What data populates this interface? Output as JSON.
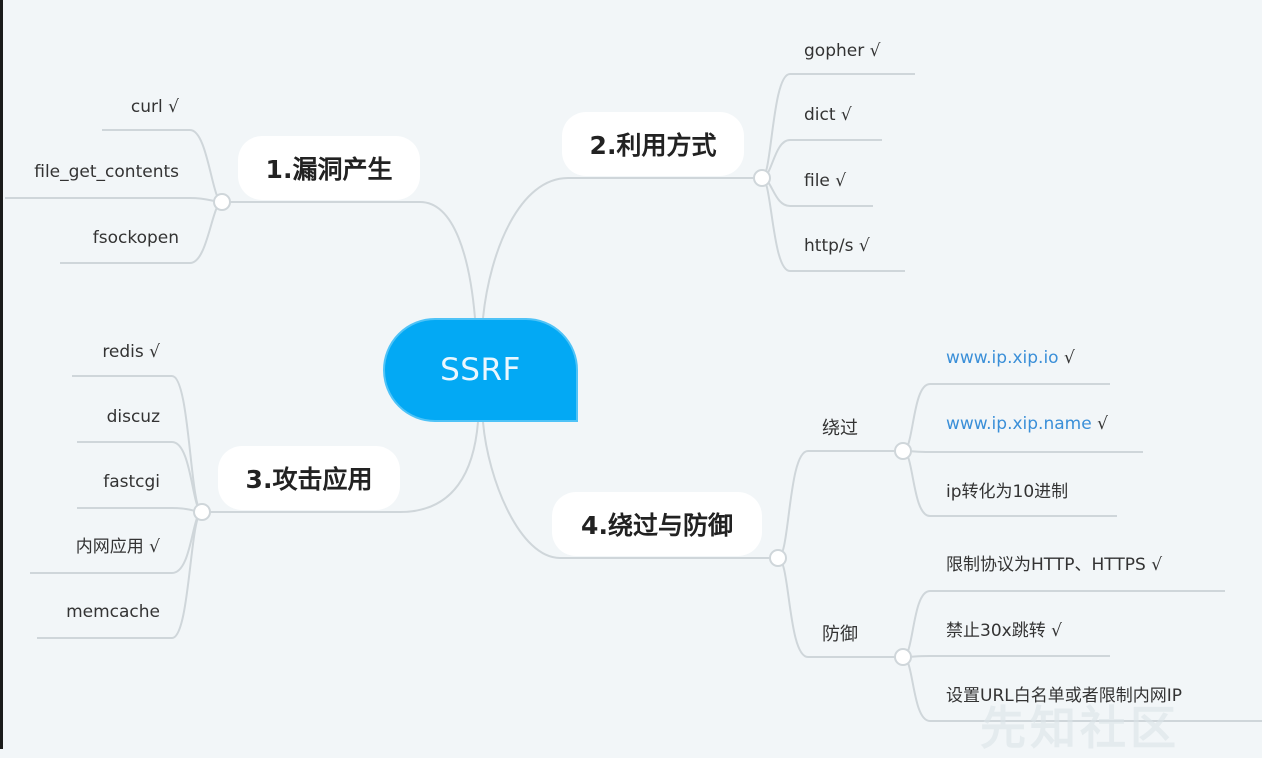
{
  "colors": {
    "background": "#f2f6f8",
    "root": "#03a9f4",
    "line": "#cfd6da",
    "link": "#3a8fd8"
  },
  "root": {
    "label": "SSRF"
  },
  "branches": [
    {
      "title": "1.漏洞产生",
      "items": [
        "curl √",
        "file_get_contents",
        "fsockopen"
      ]
    },
    {
      "title": "2.利用方式",
      "items": [
        "gopher √",
        "dict √",
        "file √",
        "http/s √"
      ]
    },
    {
      "title": "3.攻击应用",
      "items": [
        "redis √",
        "discuz",
        "fastcgi",
        "内网应用 √",
        "memcache"
      ]
    },
    {
      "title": "4.绕过与防御",
      "groups": [
        {
          "label": "绕过",
          "items": [
            {
              "link": "www.ip.xip.io",
              "mark": " √"
            },
            {
              "link": "www.ip.xip.name",
              "mark": " √"
            },
            {
              "text": "ip转化为10进制"
            }
          ]
        },
        {
          "label": "防御",
          "items": [
            {
              "text": "限制协议为HTTP、HTTPS √"
            },
            {
              "text": "禁止30x跳转 √"
            },
            {
              "text": "设置URL白名单或者限制内网IP"
            }
          ]
        }
      ]
    }
  ],
  "watermark": "先知社区"
}
